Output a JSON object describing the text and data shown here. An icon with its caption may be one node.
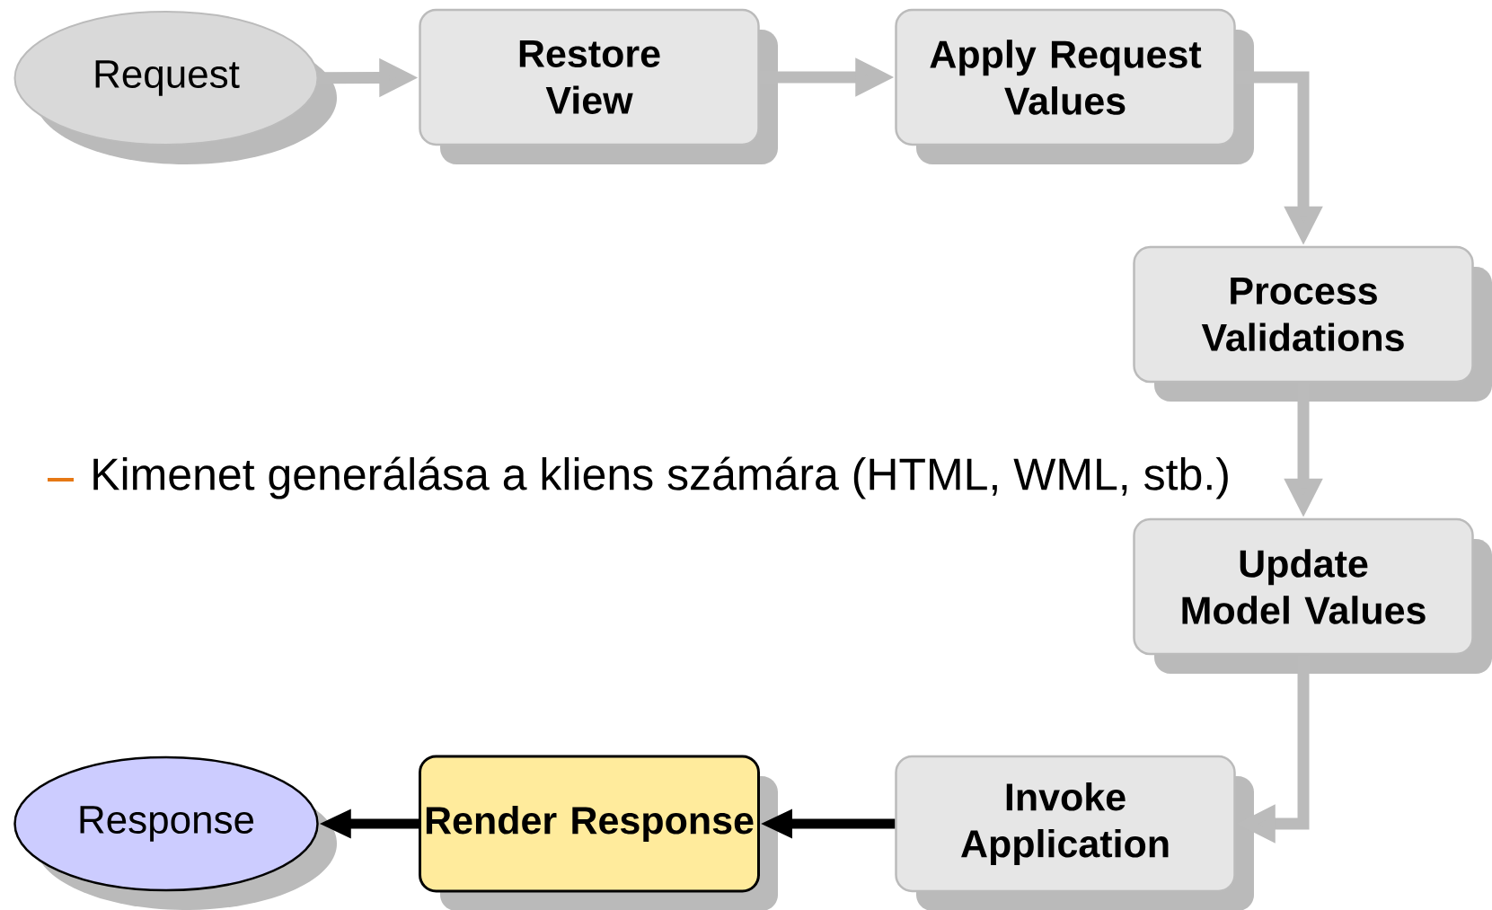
{
  "diagram": {
    "nodes": [
      {
        "text": [
          "Request"
        ]
      },
      {
        "text": [
          "Restore View"
        ]
      },
      {
        "text": [
          "Apply Request Values"
        ]
      },
      {
        "text": [
          "Process Validations"
        ]
      },
      {
        "text": [
          "Update Model Values"
        ]
      },
      {
        "text": [
          "Invoke Application"
        ]
      },
      {
        "text": [
          "Render Response"
        ]
      },
      {
        "text": [
          "Response"
        ]
      }
    ],
    "edges": [
      {
        "from": 0,
        "to": 1,
        "arrow": "to"
      },
      {
        "from": 1,
        "to": 2,
        "arrow": "to"
      },
      {
        "from": 2,
        "to": 3,
        "arrow": "to"
      },
      {
        "from": 3,
        "to": 4,
        "arrow": "to"
      },
      {
        "from": 4,
        "to": 5,
        "arrow": "to"
      },
      {
        "from": 5,
        "to": 6,
        "arrow": "to",
        "color": "#000000"
      },
      {
        "from": 6,
        "to": 7,
        "arrow": "to",
        "color": "#000000"
      }
    ],
    "labels": [
      "Kimenet generálása a kliens számára (HTML, WML, stb.)"
    ]
  }
}
